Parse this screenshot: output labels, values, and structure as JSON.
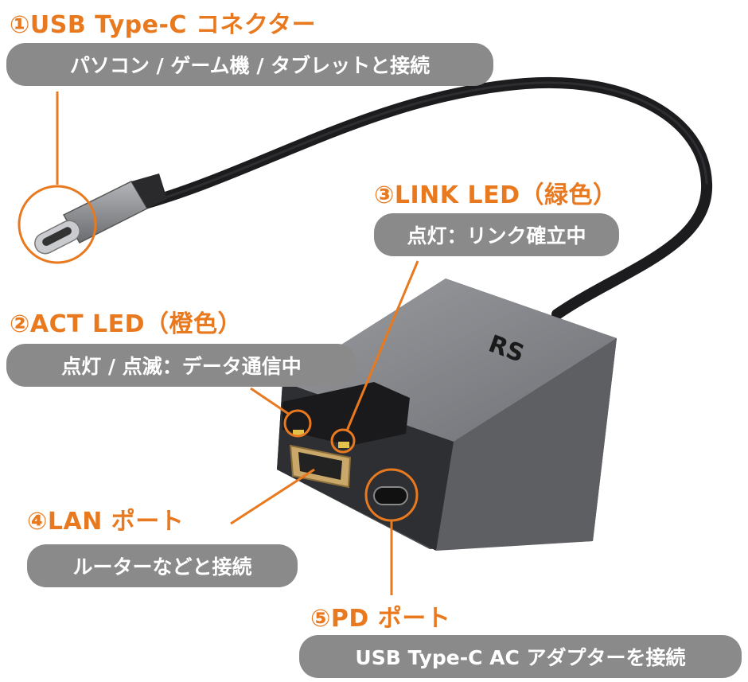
{
  "callouts": {
    "usb_c": {
      "title": "①USB Type-C コネクター",
      "desc": "パソコン / ゲーム機 / タブレットと接続"
    },
    "link_led": {
      "title": "③LINK LED（緑色）",
      "desc": "点灯：リンク確立中"
    },
    "act_led": {
      "title": "②ACT LED（橙色）",
      "desc": "点灯 / 点滅：データ通信中"
    },
    "lan_port": {
      "title": "④LAN ポート",
      "desc": "ルーターなどと接続"
    },
    "pd_port": {
      "title": "⑤PD ポート",
      "desc": "USB Type-C AC アダプターを接続"
    }
  },
  "logo_text": "RS",
  "colors": {
    "accent": "#e8791f",
    "pill": "#8a8a8a",
    "body": "#76787d",
    "cable": "#1c1c1e"
  }
}
